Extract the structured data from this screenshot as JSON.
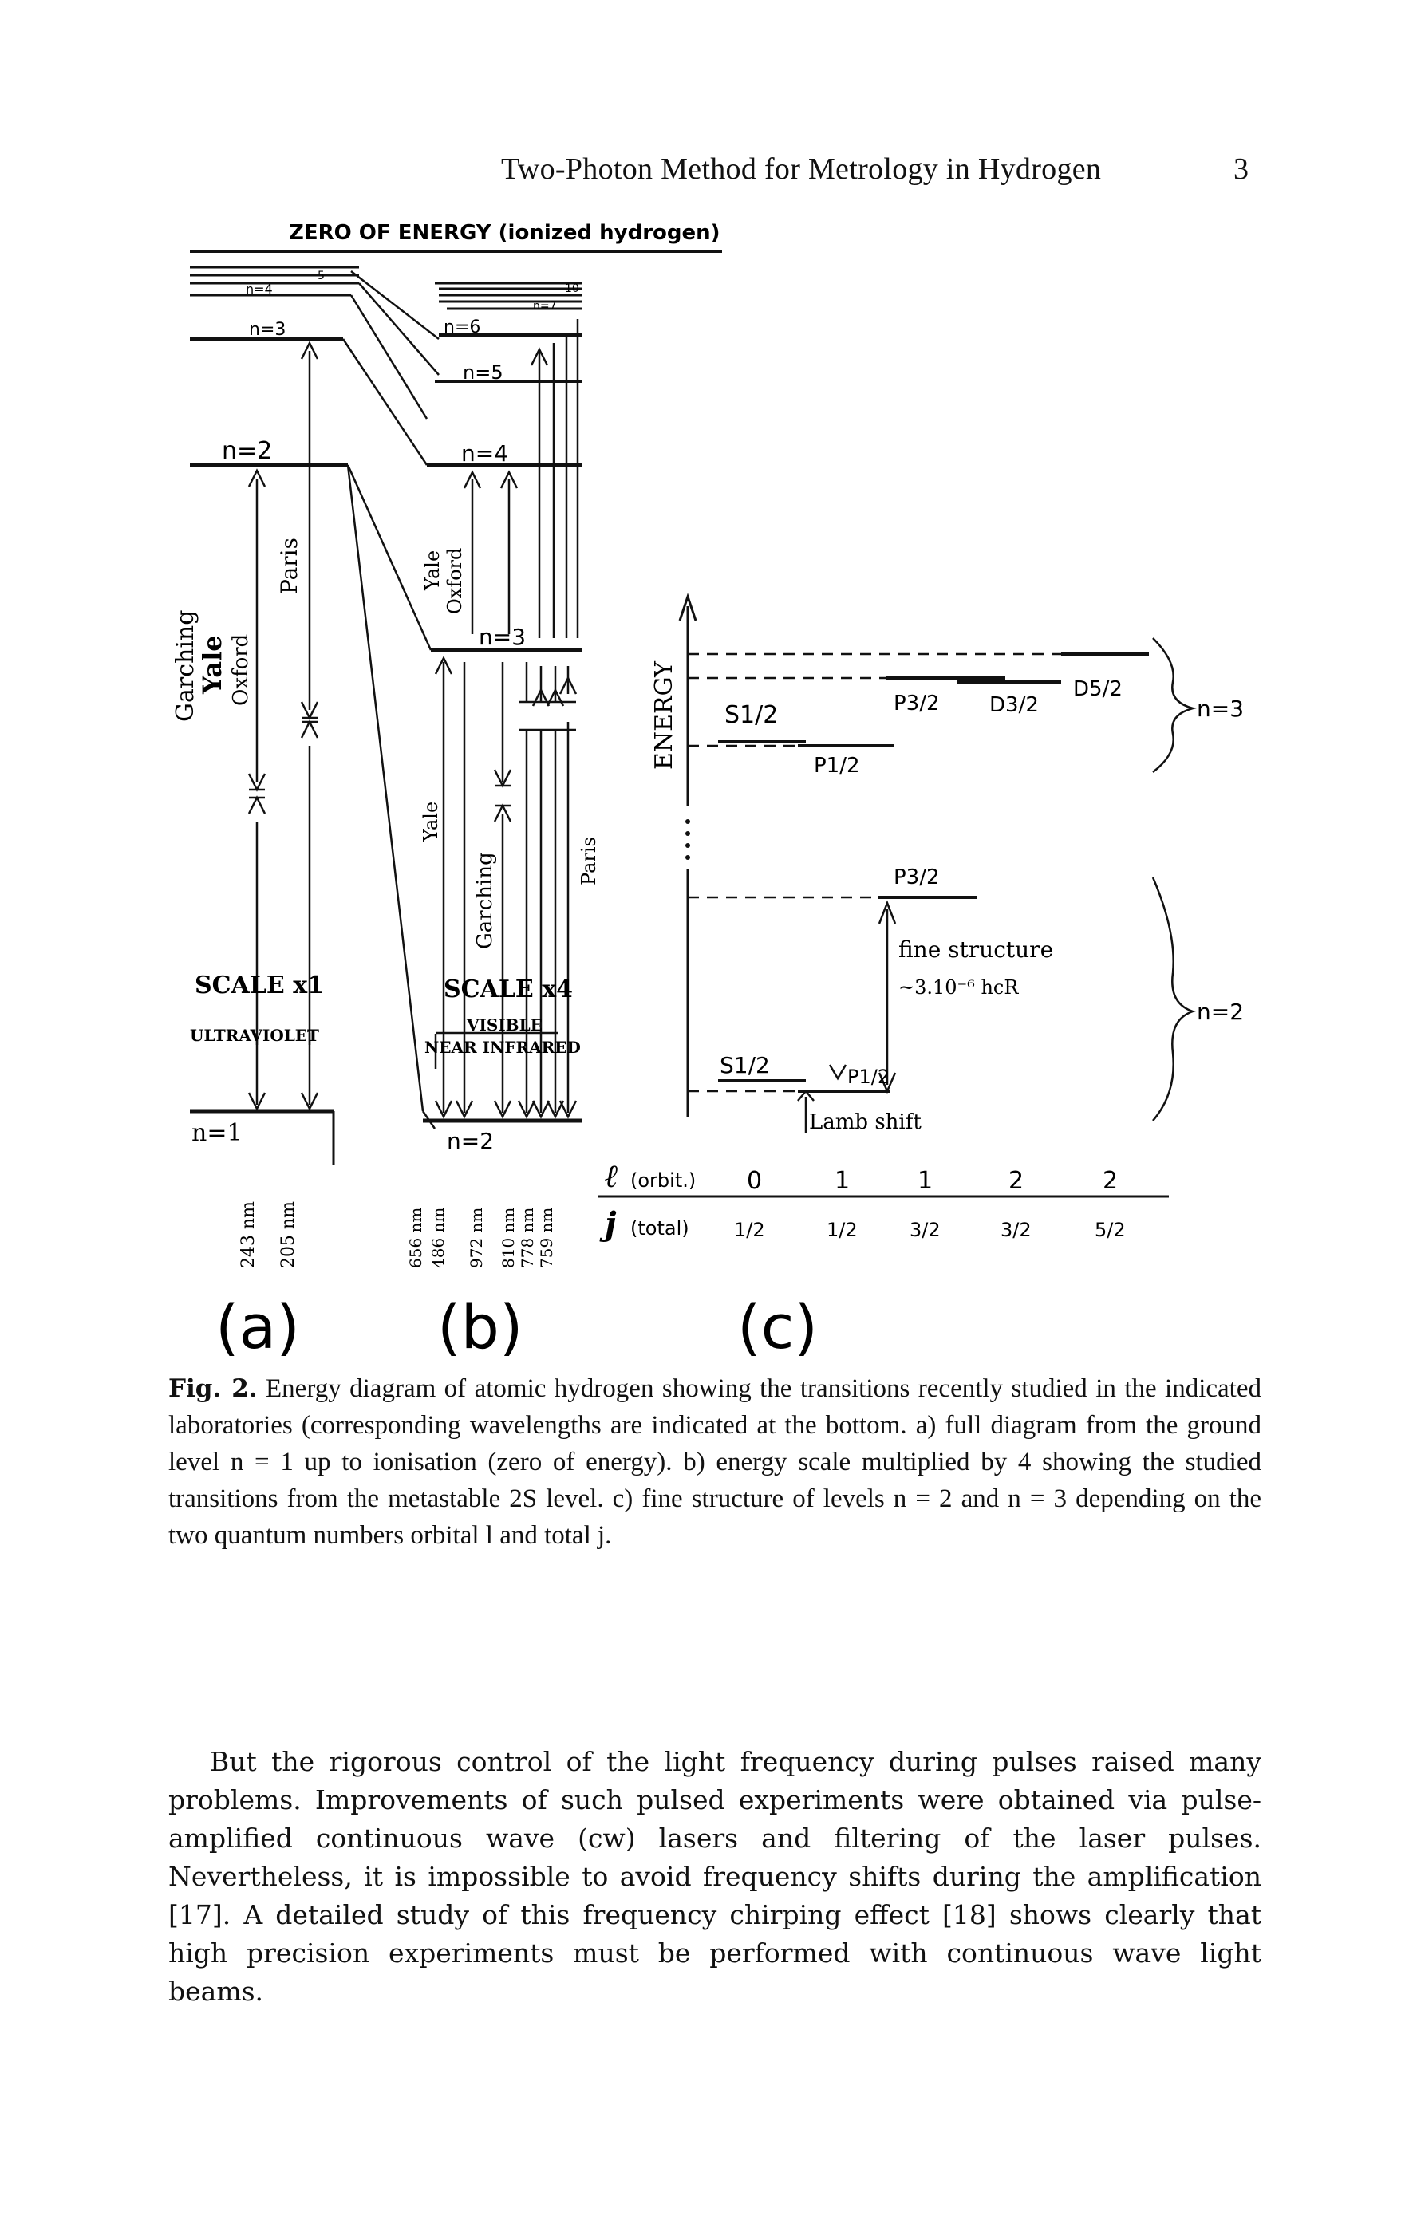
{
  "header": {
    "title": "Two-Photon Method for Metrology in Hydrogen",
    "page_number": "3"
  },
  "figure": {
    "zero_label": "ZERO OF ENERGY (ionized hydrogen)",
    "panel_a": {
      "levels": [
        "n=1",
        "n=2",
        "n=3",
        "n=4",
        "5"
      ],
      "labs_left": [
        "Garching",
        "Yale",
        "Oxford"
      ],
      "labs_right": [
        "Paris"
      ],
      "scale": "SCALE x1",
      "region": "ULTRAVIOLET",
      "wavelengths": [
        "243 nm",
        "205 nm"
      ]
    },
    "panel_b": {
      "levels": [
        "n=2",
        "n=3",
        "n=4",
        "n=5",
        "n=6",
        "n=7",
        "10"
      ],
      "labs_top": [
        "Yale",
        "Oxford"
      ],
      "labs_bottom": [
        "Yale",
        "Garching",
        "Paris"
      ],
      "scale": "SCALE x4",
      "region_1": "VISIBLE",
      "region_2": "NEAR INFRARED",
      "wavelengths": [
        "656 nm",
        "486 nm",
        "972 nm",
        "810 nm",
        "778 nm",
        "759 nm"
      ]
    },
    "panel_c": {
      "energy_axis": "ENERGY",
      "n3_states": [
        "S1/2",
        "P1/2",
        "P3/2",
        "D3/2",
        "D5/2"
      ],
      "n2_states": [
        "S1/2",
        "P1/2",
        "P3/2"
      ],
      "n3_label": "n=3",
      "n2_label": "n=2",
      "fine_structure": "fine structure",
      "fine_value": "~3.10⁻⁶ hcR",
      "lamb_shift": "Lamb shift",
      "orbit_label": "(orbit.)",
      "total_label": "(total)",
      "l_values": [
        "0",
        "1",
        "1",
        "2",
        "2"
      ],
      "j_values": [
        "1/2",
        "1/2",
        "3/2",
        "3/2",
        "5/2"
      ]
    },
    "panel_letters": [
      "(a)",
      "(b)",
      "(c)"
    ]
  },
  "caption": {
    "label": "Fig. 2.",
    "text": " Energy diagram of atomic hydrogen showing the transitions recently studied in the indicated laboratories (corresponding wavelengths are indicated at the bottom. a) full diagram from the ground level n = 1 up to ionisation (zero of energy). b) energy scale multiplied by 4 showing the studied transitions from the metastable 2S level. c) fine structure of levels n = 2 and n = 3 depending on the two quantum numbers orbital l and total j."
  },
  "body": {
    "paragraph": "But the rigorous control of the light frequency during pulses raised many problems. Improvements of such pulsed experiments were obtained via pulse-amplified continuous wave (cw) lasers and filtering of the laser pulses. Nevertheless, it is impossible to avoid frequency shifts during the amplification [17]. A detailed study of this frequency chirping effect [18] shows clearly that high precision experiments must be performed with continuous wave light beams."
  }
}
